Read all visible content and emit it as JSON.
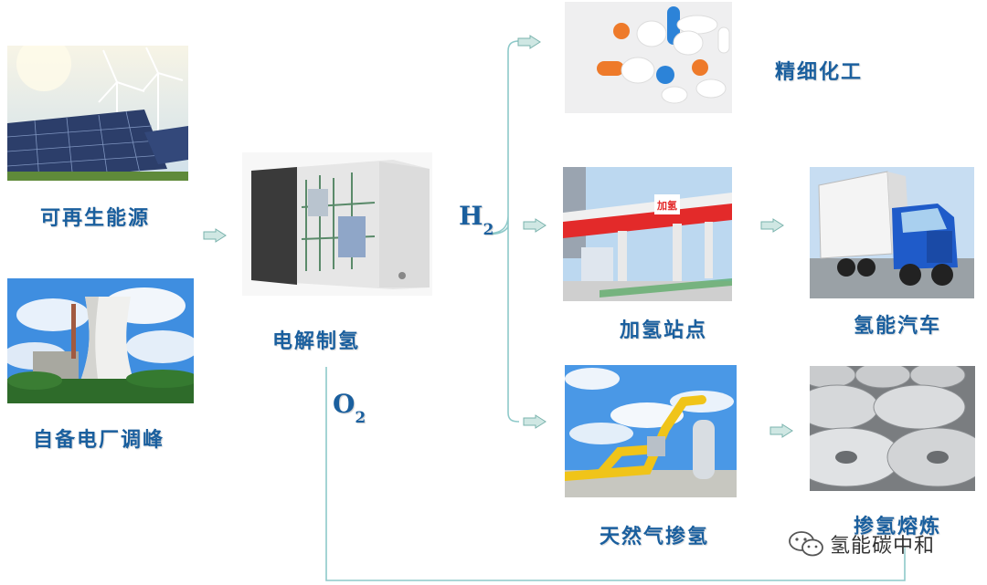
{
  "nodes": {
    "renewable": "可再生能源",
    "power_plant": "自备电厂调峰",
    "electrolysis": "电解制氢",
    "fine_chemicals": "精细化工",
    "refueling_station": "加氢站点",
    "hydrogen_vehicle": "氢能汽车",
    "gas_blending": "天然气掺氢",
    "metallurgy": "掺氢熔炼"
  },
  "gases": {
    "h2_main": "H",
    "h2_sub": "2",
    "o2_main": "O",
    "o2_sub": "2"
  },
  "station_sign": "加氢",
  "watermark": {
    "text": "氢能碳中和",
    "icon": "wechat-icon"
  },
  "colors": {
    "label": "#1a5f9e",
    "connector": "#8ec9c9",
    "arrow_fill": "#cfe7e3",
    "arrow_stroke": "#7ab3ad"
  }
}
